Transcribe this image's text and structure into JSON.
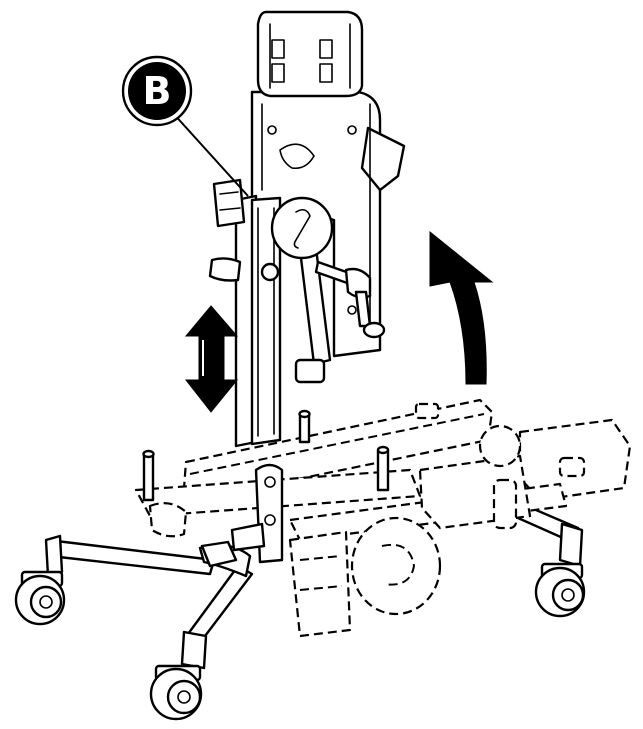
{
  "callout": {
    "label": "B"
  },
  "colors": {
    "ink": "#000000",
    "paper": "#ffffff"
  },
  "parts": {
    "lift_column": "lift-column",
    "back_plate": "back-plate",
    "crank_handle": "crank-handle",
    "base_legs": "base-legs",
    "casters": [
      "caster-front-left",
      "caster-front",
      "caster-right"
    ],
    "tilt_frame": "tilt-frame-dashed",
    "vertical_arrow": "double-headed-arrow",
    "rotation_arrow": "curved-arrow"
  }
}
